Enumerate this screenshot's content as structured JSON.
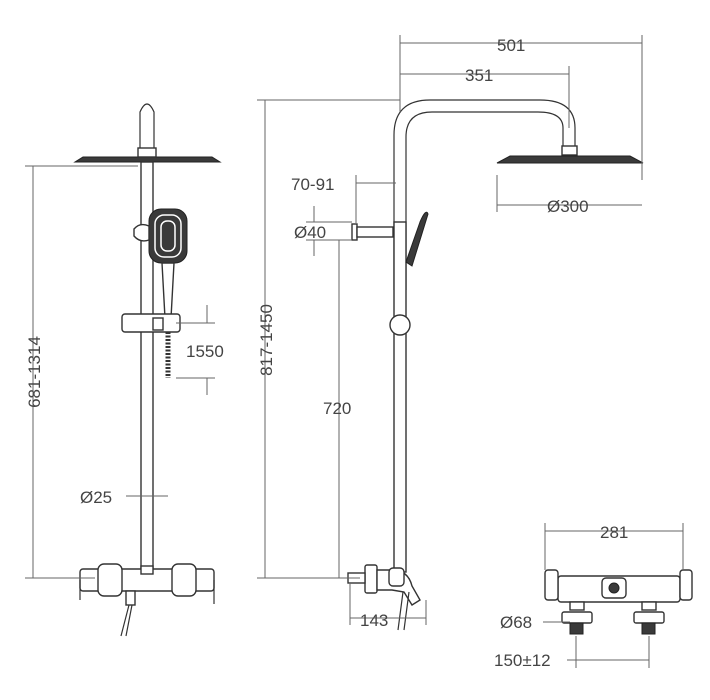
{
  "dimensions": {
    "total_width": "501",
    "arm_reach": "351",
    "head_diameter": "Ø300",
    "rail_offset": "70-91",
    "knob_diameter": "Ø40",
    "front_height_range": "681-1314",
    "hose_length": "1550",
    "side_height_range": "817-1450",
    "rail_height": "720",
    "rail_diameter": "Ø25",
    "valve_projection": "143",
    "valve_width": "281",
    "connector_diameter": "Ø68",
    "inlet_centres": "150±12"
  },
  "colors": {
    "line": "#333333",
    "dimension": "#666666",
    "dark_fill": "#3a3a3a",
    "background": "#ffffff"
  }
}
